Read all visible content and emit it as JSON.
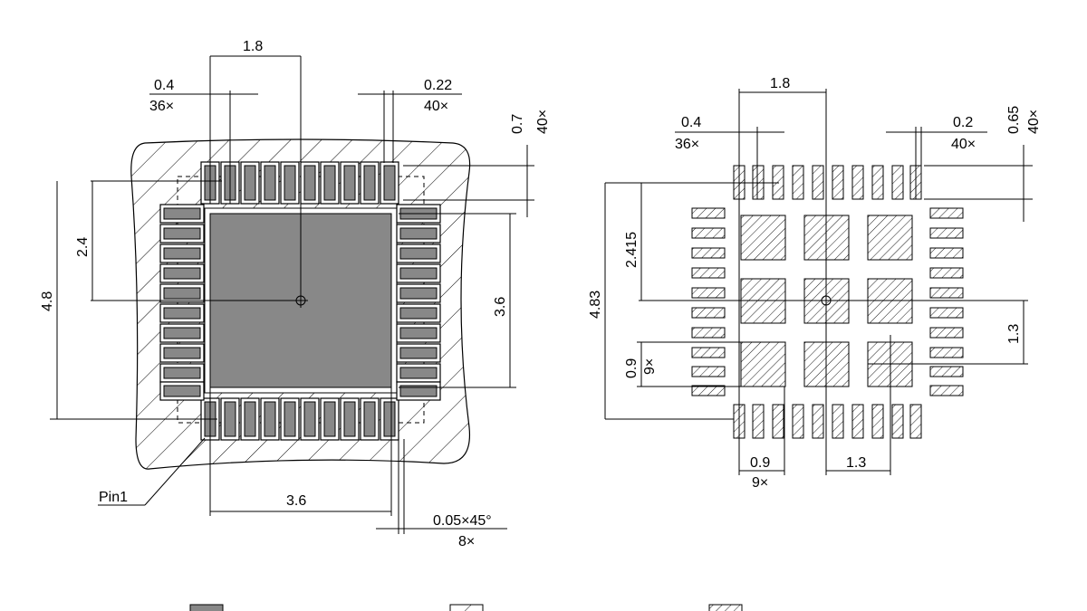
{
  "left_view": {
    "dim_pitch_x": "1.8",
    "dim_pad_width": "0.4",
    "dim_pad_width_count": "36×",
    "dim_corner_pad": "0.22",
    "dim_corner_pad_count": "40×",
    "dim_pad_length": "0.7",
    "dim_pad_length_count": "40×",
    "dim_half_height": "2.4",
    "dim_total_height": "4.8",
    "dim_center_pad_height": "3.6",
    "dim_center_pad_width": "3.6",
    "dim_chamfer": "0.05×45°",
    "dim_chamfer_count": "8×",
    "pin1_label": "Pin1"
  },
  "right_view": {
    "dim_pitch_x": "1.8",
    "dim_pad_width": "0.4",
    "dim_pad_width_count": "36×",
    "dim_corner_pad": "0.2",
    "dim_corner_pad_count": "40×",
    "dim_pad_length": "0.65",
    "dim_pad_length_count": "40×",
    "dim_half_height": "2.415",
    "dim_total_height": "4.83",
    "dim_window_pitch_v": "1.3",
    "dim_window_size_v": "0.9",
    "dim_window_count_v": "9×",
    "dim_window_size_h": "0.9",
    "dim_window_count_h": "9×",
    "dim_window_pitch_h": "1.3"
  },
  "legend": {
    "items": [
      "copper-swatch",
      "solder-mask-swatch",
      "stencil-swatch"
    ]
  }
}
